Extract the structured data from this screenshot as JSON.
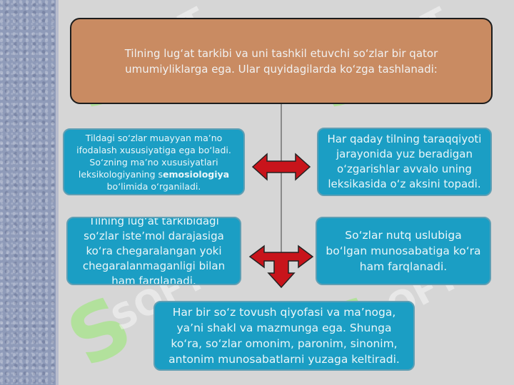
{
  "header": {
    "text": "Tilning lug‘at tarkibi va uni tashkil etuvchi so‘zlar bir qator umumiyliklarga ega. Ular quyidagilarda ko‘zga tashlanadi:"
  },
  "boxes": {
    "left_top": {
      "text_before": "Tildagi so‘zlar muayyan ma’no ifodalash xususiyatiga ega bo‘ladi. So‘zning ma’no xususiyatlari leksikologiyaning s",
      "bold": "emosiologiya",
      "text_after": " bo‘limida o‘rganiladi."
    },
    "right_top": "Har qaday tilning taraqqiyoti jarayonida yuz beradigan o‘zgarishlar avvalo uning leksikasida o‘z aksini topadi.",
    "left_mid": "Tilning lug‘at tarkibidagi so‘zlar iste’mol darajasiga ko‘ra chegaralangan yoki chegaralanmaganligi bilan ham farqlanadi.",
    "right_mid": "So‘zlar nutq uslubiga bo‘lgan munosabatiga ko‘ra ham farqlanadi.",
    "bottom": "Har bir so‘z tovush qiyofasi va ma’noga, ya’ni shakl va mazmunga ega. Shunga ko‘ra, so‘zlar omonim, paronim, sinonim, antonim munosabatlarni yuzaga keltiradi."
  },
  "watermark": {
    "letter": "S",
    "text": "SOFT"
  },
  "colors": {
    "header_fill": "#c98b62",
    "box_fill": "#1b9ec4",
    "arrow_fill": "#c8141b",
    "background": "#d6d6d6"
  },
  "icons": [
    "double-arrow-icon",
    "t-arrow-icon"
  ]
}
